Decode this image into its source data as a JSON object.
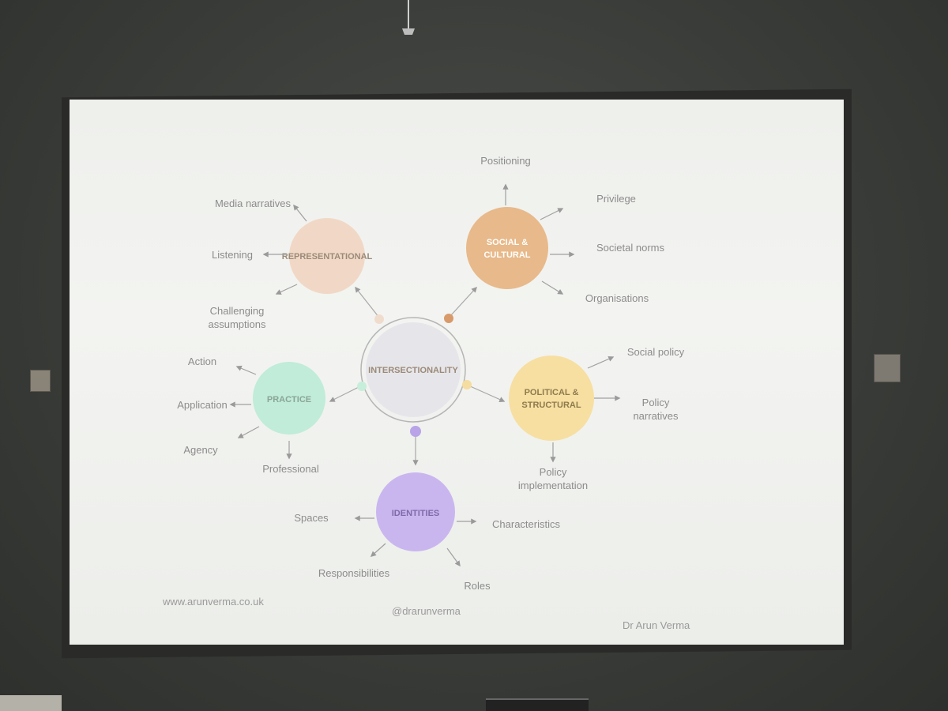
{
  "colors": {
    "social_cultural": "#e8b98a",
    "representational": "#f1d8c6",
    "practice": "#c0ecd9",
    "political_structural": "#f7dfa2",
    "identities": "#c9b6ef",
    "intersectionality": "#e6e6ea",
    "arrow": "#9a9a9a",
    "text": "#8c8c8c"
  },
  "diagram": {
    "center": {
      "label": "INTERSECTIONALITY"
    },
    "nodes": {
      "representational": {
        "label": "REPRESENTATIONAL",
        "items": [
          "Media narratives",
          "Listening",
          "Challenging",
          "assumptions"
        ]
      },
      "social_cultural": {
        "label_line1": "SOCIAL &",
        "label_line2": "CULTURAL",
        "items": [
          "Positioning",
          "Privilege",
          "Societal norms",
          "Organisations"
        ]
      },
      "practice": {
        "label": "PRACTICE",
        "items": [
          "Action",
          "Application",
          "Agency",
          "Professional"
        ]
      },
      "political_structural": {
        "label_line1": "POLITICAL &",
        "label_line2": "STRUCTURAL",
        "items": [
          "Social policy",
          "Policy",
          "narratives",
          "Policy",
          "implementation"
        ]
      },
      "identities": {
        "label": "IDENTITIES",
        "items": [
          "Spaces",
          "Characteristics",
          "Responsibilities",
          "Roles"
        ]
      }
    }
  },
  "footer": {
    "website": "www.arunverma.co.uk",
    "handle": "@drarunverma",
    "author": "Dr Arun Verma"
  }
}
